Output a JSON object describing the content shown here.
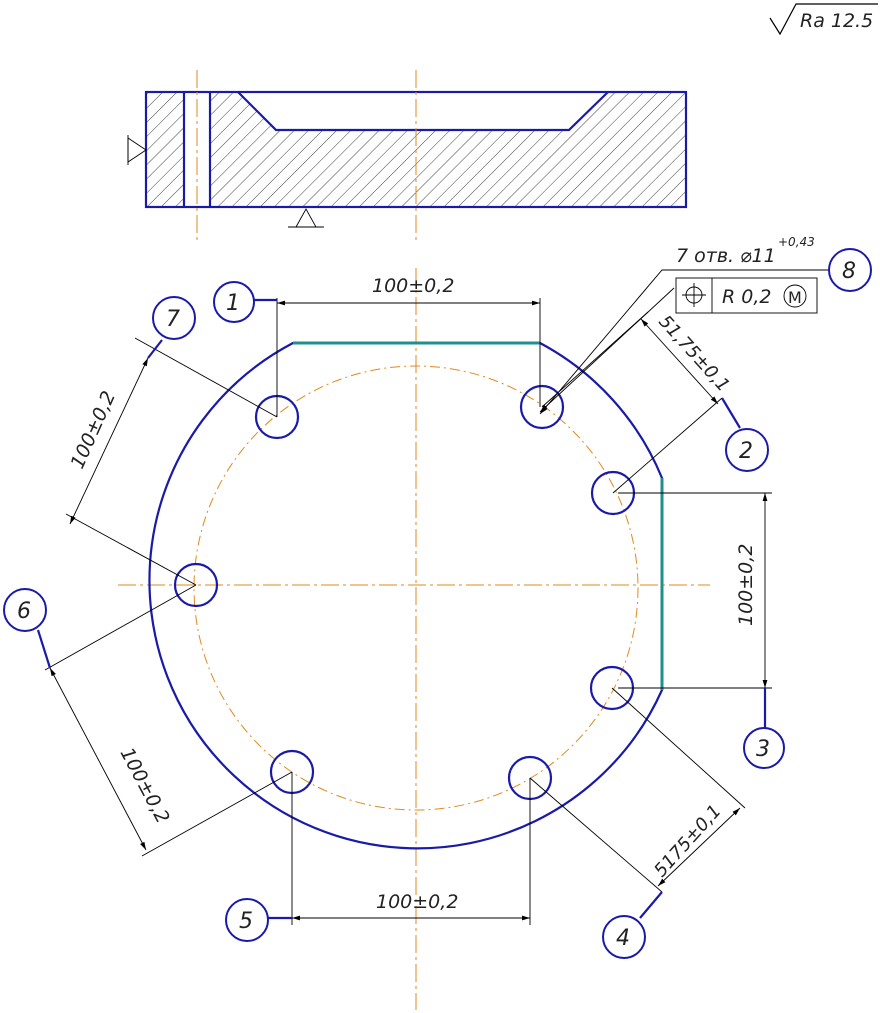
{
  "roughness": "Ra 12.5",
  "callout": {
    "note": "7 отв. ⌀11",
    "tolerance": "+0,43",
    "position_tolerance": "R 0,2",
    "modifier": "M"
  },
  "dimensions": {
    "top": "100±0,2",
    "upper_right": "51,75±0,1",
    "right": "100±0,2",
    "lower_right": "5175±0,1",
    "bottom": "100±0,2",
    "lower_left": "100±0,2",
    "upper_left": "100±0,2"
  },
  "bubbles": [
    "1",
    "2",
    "3",
    "4",
    "5",
    "6",
    "7",
    "8"
  ],
  "colors": {
    "outline": "#1a1aa8",
    "axis": "#e08a1e",
    "flat_edges": "#1f8f8f"
  }
}
